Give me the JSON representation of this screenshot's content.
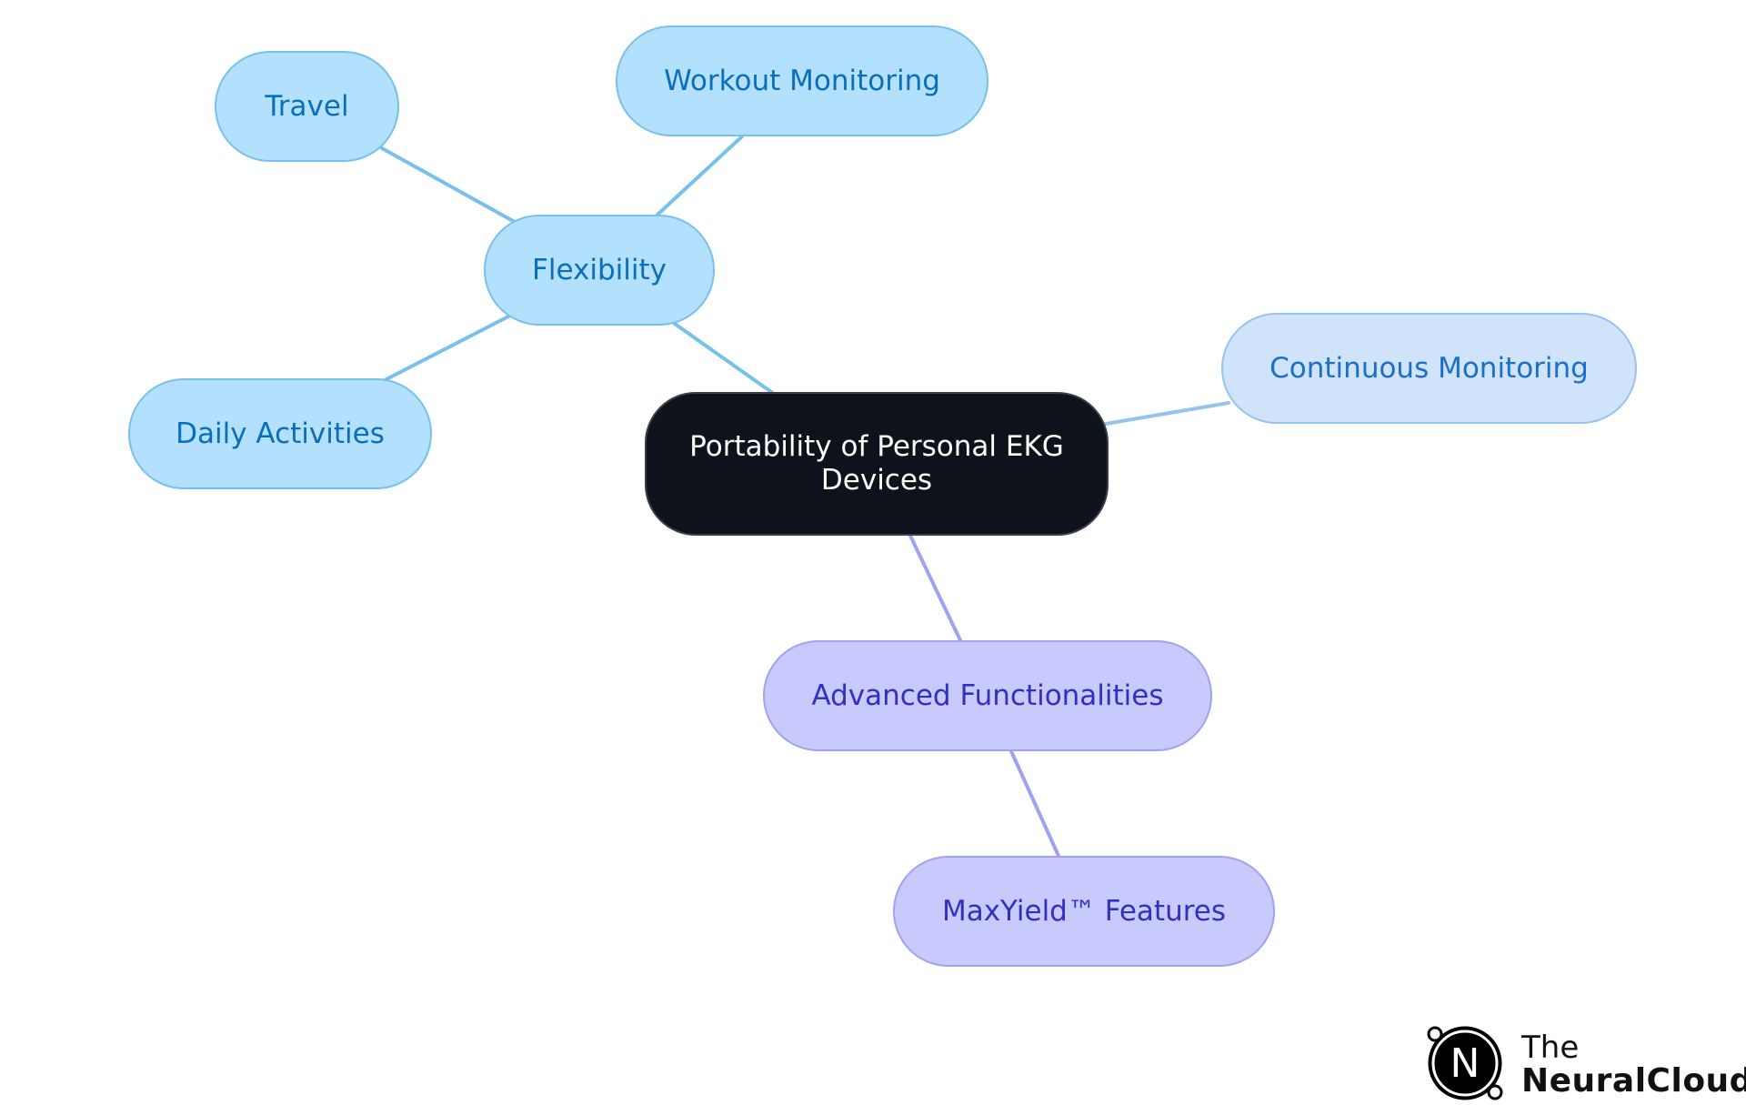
{
  "diagram": {
    "root": {
      "label": "Portability of Personal EKG Devices"
    },
    "branches": [
      {
        "label": "Flexibility",
        "children": [
          {
            "label": "Travel"
          },
          {
            "label": "Workout Monitoring"
          },
          {
            "label": "Daily Activities"
          }
        ]
      },
      {
        "label": "Continuous Monitoring"
      },
      {
        "label": "Advanced Functionalities",
        "children": [
          {
            "label": "MaxYield™ Features"
          }
        ]
      }
    ]
  },
  "logo": {
    "line1": "The",
    "line2": "NeuralCloud",
    "mark_letter": "N"
  },
  "colors": {
    "root_fill": "#0e131b",
    "blue_fill": "#b3e0fd",
    "blue_text": "#0a6fba",
    "blue_edge": "#78c0ec",
    "lightblue_fill": "#cfe4fb",
    "lightblue_edge": "#95c3ef",
    "purple_fill": "#c8cafd",
    "purple_text": "#3131c0",
    "purple_edge": "#9ea3f0"
  }
}
